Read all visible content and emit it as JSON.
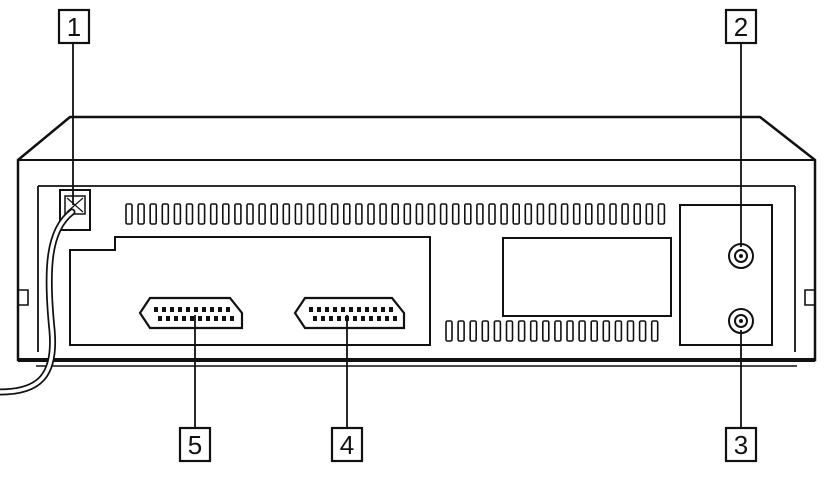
{
  "callouts": [
    {
      "id": "1",
      "label": "1"
    },
    {
      "id": "2",
      "label": "2"
    },
    {
      "id": "3",
      "label": "3"
    },
    {
      "id": "4",
      "label": "4"
    },
    {
      "id": "5",
      "label": "5"
    }
  ],
  "colors": {
    "line": "#111111",
    "background": "#ffffff",
    "panel_fill": "#ffffff"
  },
  "icons": {
    "power_inlet": "power-cord-inlet-icon",
    "antenna_in": "rf-aerial-in-connector-icon",
    "antenna_out": "rf-aerial-out-connector-icon",
    "scart_1": "scart-connector-icon",
    "scart_2": "scart-connector-icon"
  }
}
